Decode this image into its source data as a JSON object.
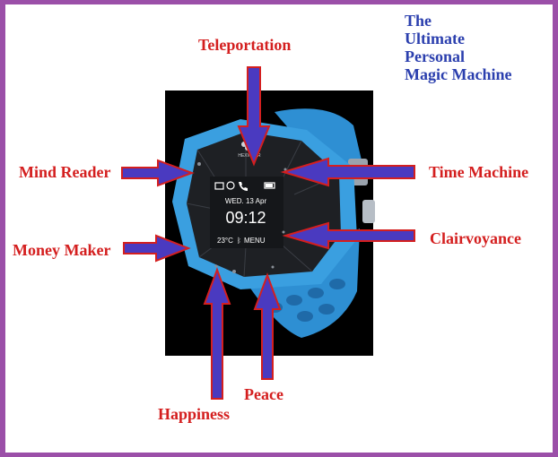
{
  "title_lines": [
    "The",
    "Ultimate",
    "Personal",
    "Magic Machine"
  ],
  "labels": {
    "teleportation": "Teleportation",
    "mind_reader": "Mind Reader",
    "time_machine": "Time Machine",
    "money_maker": "Money Maker",
    "clairvoyance": "Clairvoyance",
    "happiness": "Happiness",
    "peace": "Peace"
  },
  "watch_screen": {
    "brand": "HEXWEAR",
    "date": "WED. 13 Apr",
    "time": "09:12",
    "temperature": "23°C",
    "menu": "MENU"
  },
  "colors": {
    "label_red": "#d41f1f",
    "title_blue": "#2b3fae",
    "arrow_fill": "#4a3ac0",
    "arrow_outline": "#d41f1f",
    "watch_band": "#3a9fe0",
    "background_frame": "#9b4fa8"
  }
}
